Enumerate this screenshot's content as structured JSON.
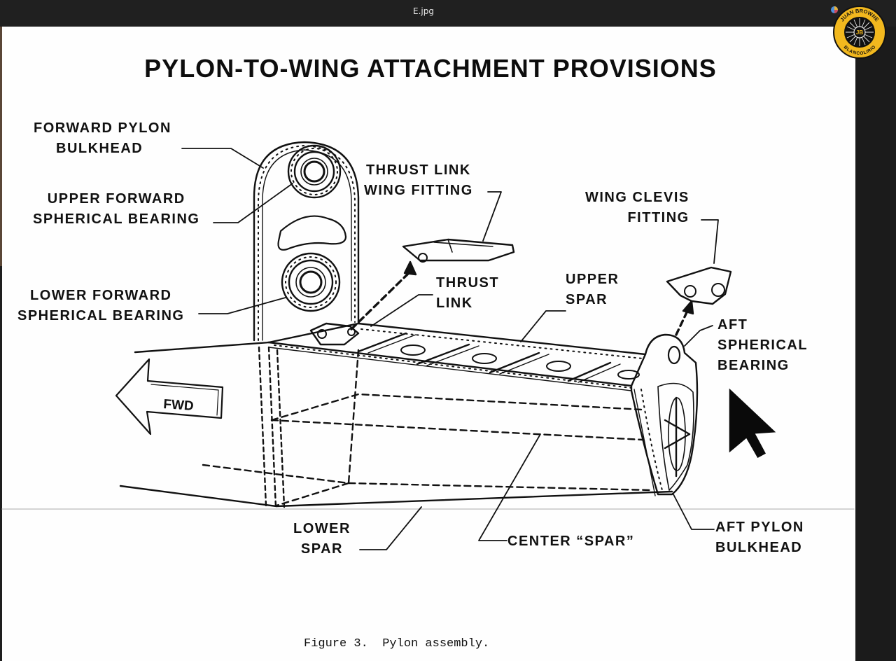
{
  "window": {
    "filename": "E.jpg"
  },
  "figure": {
    "title": "PYLON-TO-WING ATTACHMENT PROVISIONS",
    "caption": "Figure 3.  Pylon assembly.",
    "fwd_arrow": "FWD"
  },
  "labels": {
    "forward_pylon_bulkhead": [
      "FORWARD PYLON",
      "BULKHEAD"
    ],
    "upper_forward_spherical_bearing": [
      "UPPER FORWARD",
      "SPHERICAL BEARING"
    ],
    "lower_forward_spherical_bearing": [
      "LOWER FORWARD",
      "SPHERICAL BEARING"
    ],
    "thrust_link_wing_fitting": [
      "THRUST LINK",
      "WING FITTING"
    ],
    "thrust_link": [
      "THRUST",
      "LINK"
    ],
    "upper_spar": [
      "UPPER",
      "SPAR"
    ],
    "wing_clevis_fitting": [
      "WING CLEVIS",
      "FITTING"
    ],
    "aft_spherical_bearing": [
      "AFT",
      "SPHERICAL",
      "BEARING"
    ],
    "lower_spar": [
      "LOWER",
      "SPAR"
    ],
    "center_spar": [
      "CENTER “SPAR”"
    ],
    "aft_pylon_bulkhead": [
      "AFT PYLON",
      "BULKHEAD"
    ]
  },
  "watermark": {
    "top": "JUAN BROWNE",
    "bottom": "BLANCOLIRIO",
    "monogram": "JB"
  },
  "icons": {
    "cursor": "mouse-pointer-icon",
    "badge": "channel-logo-icon"
  }
}
